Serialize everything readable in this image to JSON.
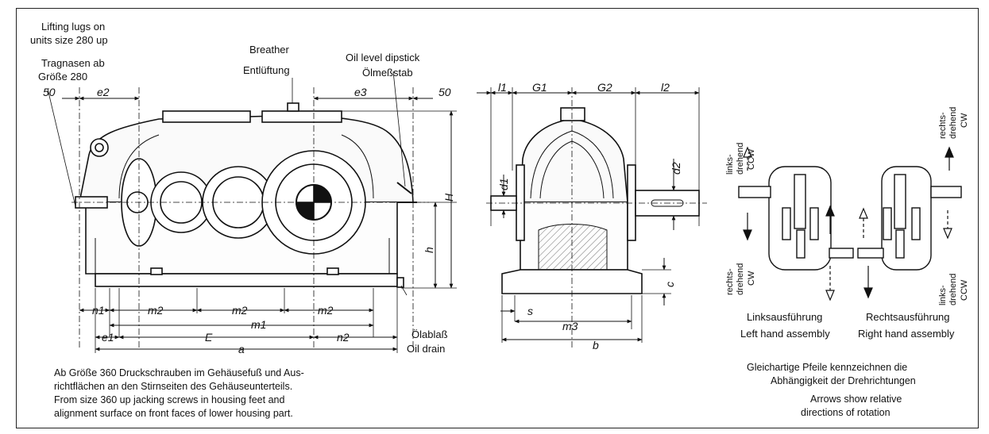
{
  "labels": {
    "lifting_lugs_en_1": "Lifting lugs on",
    "lifting_lugs_en_2": "units size 280 up",
    "lifting_lugs_de_1": "Tragnasen ab",
    "lifting_lugs_de_2": "Größe 280",
    "breather_en": "Breather",
    "breather_de": "Entlüftung",
    "dipstick_en": "Oil level dipstick",
    "dipstick_de": "Ölmeßstab",
    "drain_de": "Ölablaß",
    "drain_en": "Oil drain"
  },
  "dimensions": {
    "d50_left": "50",
    "e2": "e2",
    "e3": "e3",
    "d50_right": "50",
    "H": "H",
    "h": "h",
    "n1": "n1",
    "m2_a": "m2",
    "m2_b": "m2",
    "m2_c": "m2",
    "m1": "m1",
    "e1": "e1",
    "E": "E",
    "n2": "n2",
    "a": "a",
    "l1": "l1",
    "G1": "G1",
    "G2": "G2",
    "l2": "l2",
    "d1": "d1",
    "d2": "d2",
    "c": "c",
    "s": "s",
    "m3": "m3",
    "b": "b"
  },
  "rotation": {
    "links_drehend_1": "links-",
    "links_drehend_2": "drehend",
    "ccw": "CCW",
    "rechts_drehend_1": "rechts-",
    "rechts_drehend_2": "drehend",
    "cw": "CW"
  },
  "assemblies": {
    "left_de": "Linksausführung",
    "left_en": "Left hand assembly",
    "right_de": "Rechtsausführung",
    "right_en": "Right hand assembly"
  },
  "notes": {
    "jacking_de_1": "Ab Größe 360 Druckschrauben im Gehäusefuß und Aus-",
    "jacking_de_2": "richtflächen an den Stirnseiten des Gehäuseunterteils.",
    "jacking_en_1": "From size 360 up jacking screws in housing feet and",
    "jacking_en_2": "alignment surface on front faces of lower housing part.",
    "arrows_de_1": "Gleichartige Pfeile kennzeichnen die",
    "arrows_de_2": "Abhängigkeit der Drehrichtungen",
    "arrows_en_1": "Arrows show relative",
    "arrows_en_2": "directions of rotation"
  }
}
